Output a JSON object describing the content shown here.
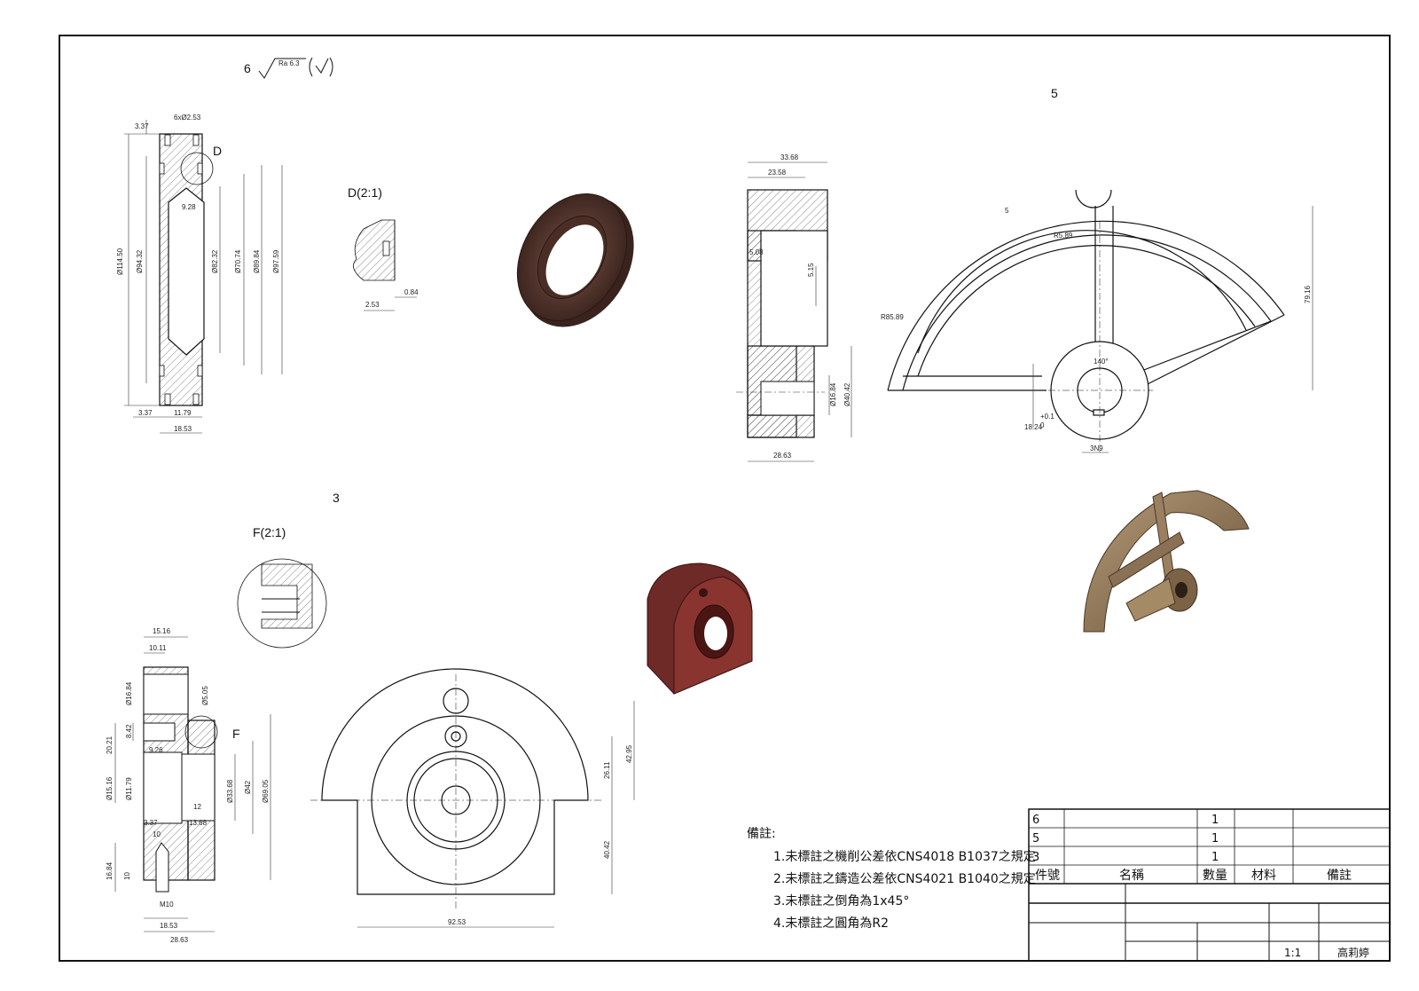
{
  "drawing": {
    "part_labels": {
      "p6": "6",
      "p5": "5",
      "p3": "3"
    },
    "surface_finish": "Ra 6.3",
    "details": {
      "d": "D",
      "d_title": "D(2:1)",
      "f": "F",
      "f_title": "F(2:1)"
    },
    "dims_part6": [
      "3.37",
      "6xØ2.53",
      "9.28",
      "Ø114.50",
      "Ø94.32",
      "Ø82.32",
      "Ø70.74",
      "Ø89.84",
      "Ø97.59",
      "3.37",
      "11.79",
      "18.53",
      "2.53",
      "0.84"
    ],
    "dims_part5_side": [
      "33.68",
      "23.58",
      "5.08",
      "5.15",
      "Ø16.84",
      "Ø40.42",
      "28.63"
    ],
    "dims_part5_front": [
      "R85.89",
      "R5.89",
      "5",
      "79.16",
      "140°",
      "18.24",
      "+0.1",
      "0",
      "3N9"
    ],
    "dims_part3_side": [
      "15.16",
      "10.11",
      "Ø16.84",
      "Ø5.05",
      "8.42",
      "20.21",
      "9.26",
      "Ø15.16",
      "Ø11.79",
      "3.37",
      "10",
      "12",
      "13.68",
      "Ø33.68",
      "Ø42",
      "Ø69.05",
      "16.84",
      "10",
      "M10",
      "18.53",
      "28.63"
    ],
    "dims_part3_front": [
      "42.95",
      "26.11",
      "40.42",
      "92.53"
    ],
    "notes": {
      "title": "備註:",
      "items": [
        "1.未標註之機削公差依CNS4018 B1037之規定",
        "2.未標註之鑄造公差依CNS4021 B1040之規定",
        "3.未標註之倒角為1x45°",
        "4.未標註之圓角為R2"
      ]
    },
    "parts_list": {
      "headers": [
        "件號",
        "名稱",
        "數量",
        "材料",
        "備註"
      ],
      "rows": [
        {
          "no": "6",
          "qty": "1"
        },
        {
          "no": "5",
          "qty": "1"
        },
        {
          "no": "3",
          "qty": "1"
        }
      ]
    },
    "title_block": {
      "scale": "1:1",
      "author": "高莉婷"
    },
    "colors": {
      "line": "#111111",
      "ring_render": "#5a3a30",
      "block_render": "#6e2a26",
      "wheel_render": "#8a7054"
    }
  }
}
